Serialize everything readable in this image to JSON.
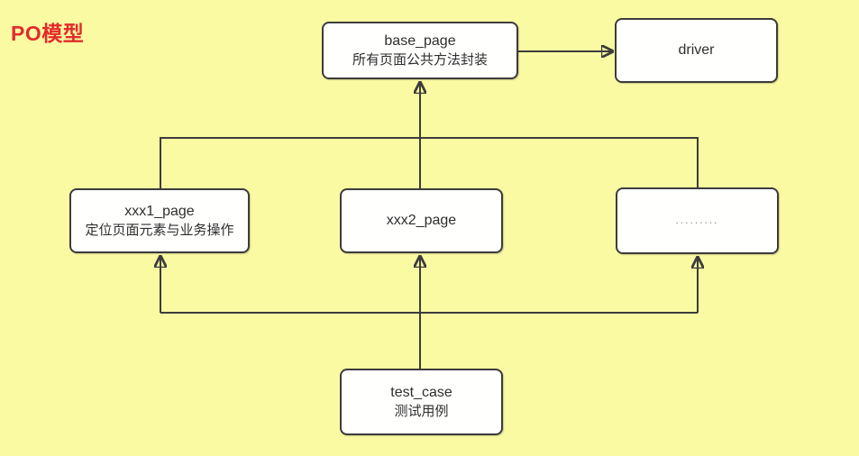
{
  "title": {
    "text": "PO模型"
  },
  "colors": {
    "background": "#fafaa3",
    "node_fill": "#fffffe",
    "line": "#3c3c3c",
    "text": "#2e2e2e",
    "dots": "#8a8a8a",
    "title_red": "#e22b2b"
  },
  "nodes": {
    "base_page": {
      "title": "base_page",
      "subtitle": "所有页面公共方法封装"
    },
    "driver": {
      "title": "driver"
    },
    "xxx1_page": {
      "title": "xxx1_page",
      "subtitle": "定位页面元素与业务操作"
    },
    "xxx2_page": {
      "title": "xxx2_page"
    },
    "more_pages": {
      "title": "........."
    },
    "test_case": {
      "title": "test_case",
      "subtitle": "测试用例"
    }
  },
  "connections": {
    "base_page_to_driver": "base_page → driver",
    "base_page_from_pages": "xxx pages → base_page",
    "pages_from_test_case": "test_case → xxx pages"
  }
}
